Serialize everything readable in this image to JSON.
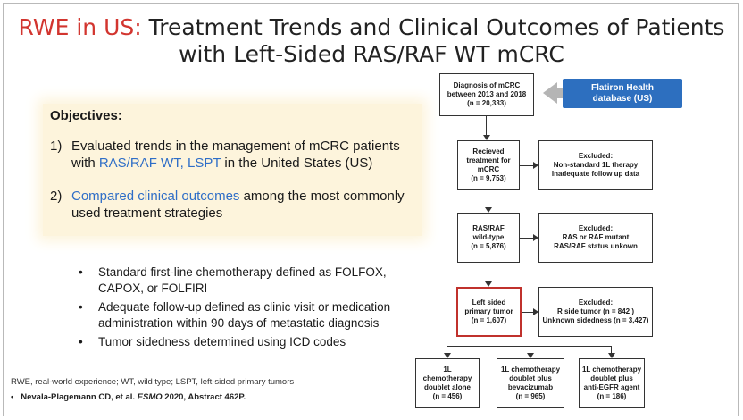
{
  "title": {
    "accent": "RWE in US:",
    "line1_rest": " Treatment Trends and Clinical Outcomes of Patients",
    "line2": "with Left-Sided RAS/RAF WT mCRC"
  },
  "objectives": {
    "heading": "Objectives:",
    "items": [
      {
        "num": "1)",
        "pre": "Evaluated trends in the management of mCRC patients with ",
        "highlight": "RAS/RAF WT, LSPT",
        "post": " in the United States (US)"
      },
      {
        "num": "2)",
        "pre": "",
        "highlight": "Compared clinical outcomes",
        "post": " among the most commonly used treatment strategies"
      }
    ]
  },
  "bullets": [
    "Standard first-line chemotherapy defined as FOLFOX, CAPOX, or FOLFIRI",
    "Adequate follow-up defined as clinic visit or medication administration within 90 days of metastatic diagnosis",
    "Tumor sidedness determined using ICD codes"
  ],
  "bullet_glyph": "•",
  "footnote": "RWE, real-world experience; WT, wild type; LSPT, left-sided primary tumors",
  "citation": {
    "bullet": "•",
    "authors": "Nevala-Plagemann CD, et al. ",
    "journal": "ESMO",
    "rest": " 2020, Abstract 462P."
  },
  "flowchart": {
    "database": [
      "Flatiron Health",
      "database (US)"
    ],
    "diagnosis": [
      "Diagnosis of mCRC",
      "between 2013 and 2018",
      "(n = 20,333)"
    ],
    "received": [
      "Recieved",
      "treatment for",
      "mCRC",
      "(n = 9,753)"
    ],
    "excluded1": [
      "Excluded:",
      "Non-standard 1L therapy",
      "Inadequate follow up data"
    ],
    "wildtype": [
      "RAS/RAF",
      "wild-type",
      "(n = 5,876)"
    ],
    "excluded2": [
      "Excluded:",
      "RAS or RAF mutant",
      "RAS/RAF status unkown"
    ],
    "leftsided": [
      "Left sided",
      "primary tumor",
      "(n = 1,607)"
    ],
    "excluded3": [
      "Excluded:",
      "R side tumor (n = 842 )",
      "Unknown sidedness (n = 3,427)"
    ],
    "outcomes": [
      [
        "1L chemotherapy",
        "doublet alone",
        "(n = 456)"
      ],
      [
        "1L chemotherapy",
        "doublet plus",
        "bevacizumab",
        "(n = 965)"
      ],
      [
        "1L chemotherapy",
        "doublet plus",
        "anti-EGFR agent",
        "(n = 186)"
      ]
    ]
  },
  "colors": {
    "accent_red": "#d2352f",
    "highlight_blue": "#2f6ec7",
    "objectives_bg": "#fdf4dc",
    "database_blue": "#2d6fbf",
    "selected_border": "#c0312c"
  }
}
